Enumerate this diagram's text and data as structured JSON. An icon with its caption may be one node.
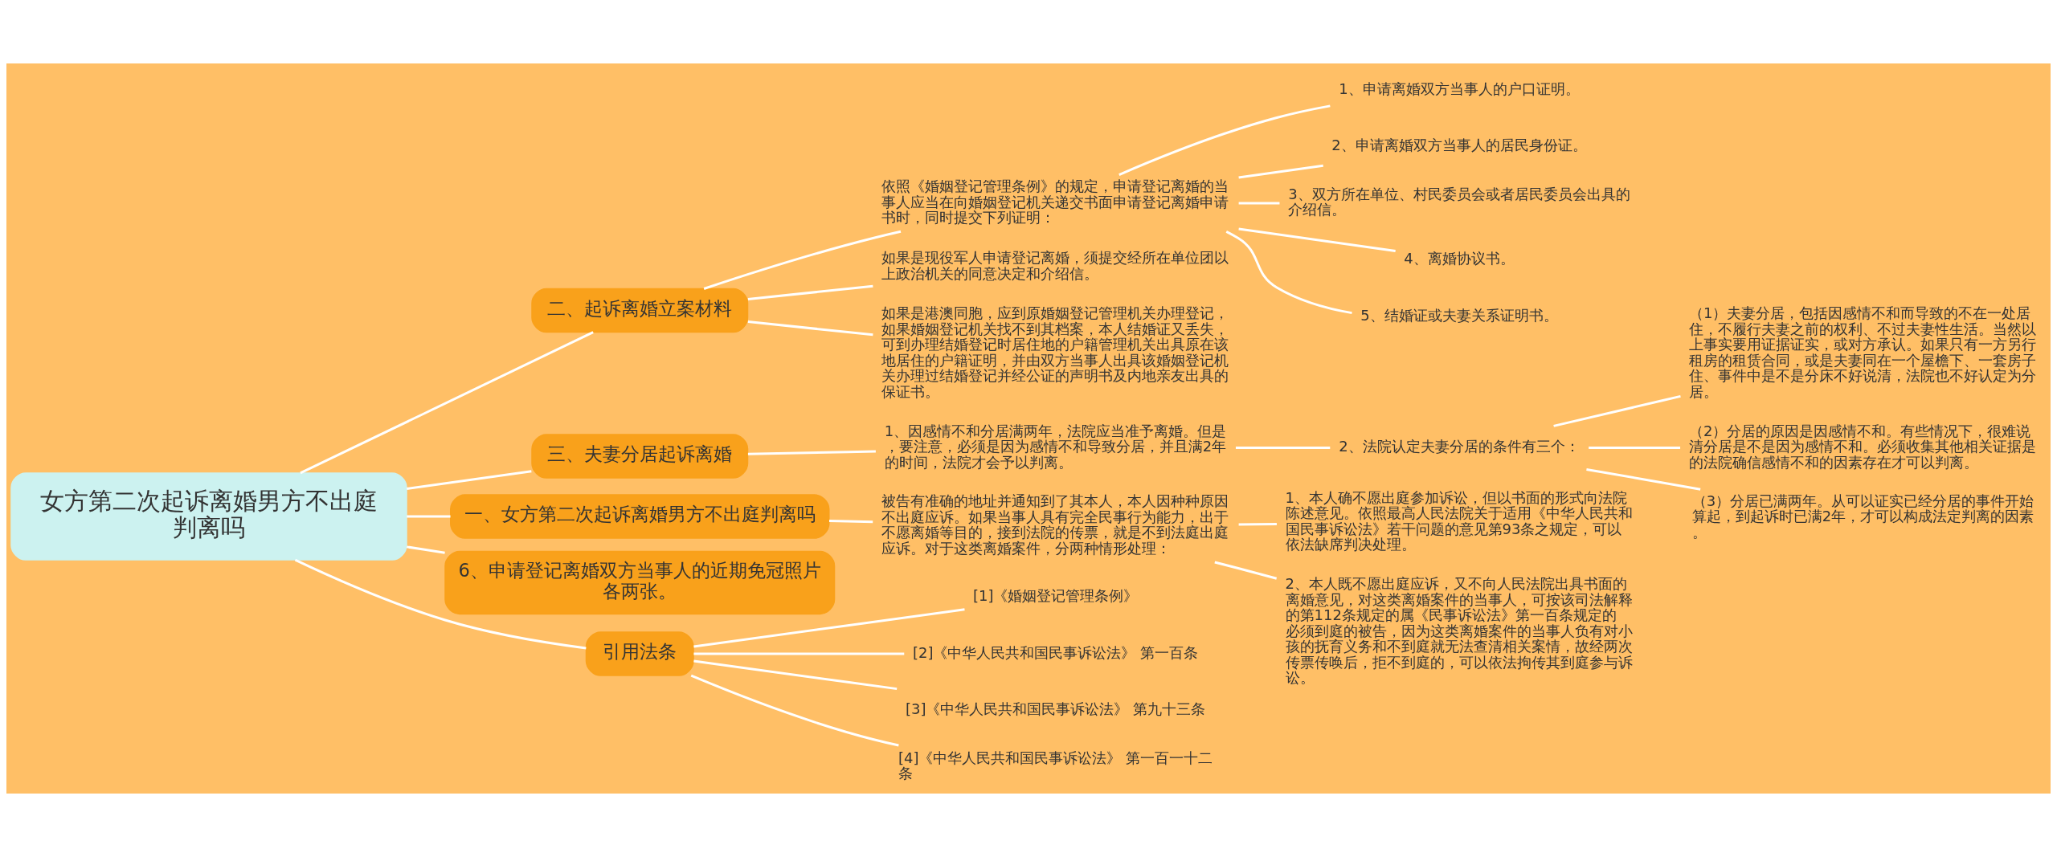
{
  "diagram": {
    "nodes": [
      {
        "text": [
          "女方第二次起诉离婚男方不出庭判离吗"
        ]
      },
      {
        "text": [
          "二、起诉离婚立案材料"
        ]
      },
      {
        "text": [
          "依照《婚姻登记管理条例》的规定，申请登记离婚的当事人应当在向婚姻登记机关递交书面申请登记离婚申请书时，同时提交下列证明："
        ]
      },
      {
        "text": [
          "1、申请离婚双方当事人的户口证明。"
        ]
      },
      {
        "text": [
          "2、申请离婚双方当事人的居民身份证。"
        ]
      },
      {
        "text": [
          "3、双方所在单位、村民委员会或者居民委员会出具的介绍信。"
        ]
      },
      {
        "text": [
          "4、离婚协议书。"
        ]
      },
      {
        "text": [
          "5、结婚证或夫妻关系证明书。"
        ]
      },
      {
        "text": [
          "如果是现役军人申请登记离婚，须提交经所在单位团以上政治机关的同意决定和介绍信。"
        ]
      },
      {
        "text": [
          "如果是港澳同胞，应到原婚姻登记管理机关办理登记，如果婚姻登记机关找不到其档案，本人结婚证又丢失，可到办理结婚登记时居住地的户籍管理机关出具原在该地居住的户籍证明，并由双方当事人出具该婚姻登记机关办理过结婚登记并经公证的声明书及内地亲友出具的保证书。"
        ]
      },
      {
        "text": [
          "三、夫妻分居起诉离婚"
        ]
      },
      {
        "text": [
          "1、因感情不和分居满两年，法院应当准予离婚。但是，要注意，必须是因为感情不和导致分居，并且满2年的时间，法院才会予以判离。"
        ]
      },
      {
        "text": [
          "2、法院认定夫妻分居的条件有三个："
        ]
      },
      {
        "text": [
          "（1）夫妻分居，包括因感情不和而导致的不在一处居住，不履行夫妻之前的权利、不过夫妻性生活。当然以上事实要用证据证实，或对方承认。如果只有一方另行租房的租赁合同，或是夫妻同在一个屋檐下、一套房子住、事件中是不是分床不好说清，法院也不好认定为分居。"
        ]
      },
      {
        "text": [
          "（2）分居的原因是因感情不和。有些情况下，很难说清分居是不是因为感情不和。必须收集其他相关证据是的法院确信感情不和的因素存在才可以判离。"
        ]
      },
      {
        "text": [
          "（3）分居已满两年。从可以证实已经分居的事件开始算起，到起诉时已满2年，才可以构成法定判离的因素。"
        ]
      },
      {
        "text": [
          "一、女方第二次起诉离婚男方不出庭判离吗"
        ]
      },
      {
        "text": [
          "被告有准确的地址并通知到了其本人，本人因种种原因不出庭应诉。如果当事人具有完全民事行为能力，出于不愿离婚等目的，接到法院的传票，就是不到法庭出庭应诉。对于这类离婚案件，分两种情形处理："
        ]
      },
      {
        "text": [
          "1、本人确不愿出庭参加诉讼，但以书面的形式向法院陈述意见。依照最高人民法院关于适用《中华人民共和国民事诉讼法》若干问题的意见第93条之规定，可以依法缺席判决处理。"
        ]
      },
      {
        "text": [
          "2、本人既不愿出庭应诉，又不向人民法院出具书面的离婚意见，对这类离婚案件的当事人，可按该司法解释的第112条规定的属《民事诉讼法》第一百条规定的必须到庭的被告，因为这类离婚案件的当事人负有对小孩的抚育义务和不到庭就无法查清相关案情，故经两次传票传唤后，拒不到庭的，可以依法拘传其到庭参与诉讼。"
        ]
      },
      {
        "text": [
          "6、申请登记离婚双方当事人的近期免冠照片各两张。"
        ]
      },
      {
        "text": [
          "引用法条"
        ]
      },
      {
        "text": [
          "[1]《婚姻登记管理条例》"
        ]
      },
      {
        "text": [
          "[2]《中华人民共和国民事诉讼法》 第一百条"
        ]
      },
      {
        "text": [
          "[3]《中华人民共和国民事诉讼法》 第九十三条"
        ]
      },
      {
        "text": [
          "[4]《中华人民共和国民事诉讼法》 第一百一十二条"
        ]
      }
    ],
    "edges": [
      {
        "from": 0,
        "to": 1,
        "arrow": "none"
      },
      {
        "from": 1,
        "to": 2,
        "arrow": "none"
      },
      {
        "from": 2,
        "to": 3,
        "arrow": "none"
      },
      {
        "from": 2,
        "to": 4,
        "arrow": "none"
      },
      {
        "from": 2,
        "to": 5,
        "arrow": "none"
      },
      {
        "from": 2,
        "to": 6,
        "arrow": "none"
      },
      {
        "from": 2,
        "to": 7,
        "arrow": "none"
      },
      {
        "from": 1,
        "to": 8,
        "arrow": "none"
      },
      {
        "from": 1,
        "to": 9,
        "arrow": "none"
      },
      {
        "from": 0,
        "to": 10,
        "arrow": "none"
      },
      {
        "from": 10,
        "to": 11,
        "arrow": "none"
      },
      {
        "from": 11,
        "to": 12,
        "arrow": "none"
      },
      {
        "from": 12,
        "to": 13,
        "arrow": "none"
      },
      {
        "from": 12,
        "to": 14,
        "arrow": "none"
      },
      {
        "from": 12,
        "to": 15,
        "arrow": "none"
      },
      {
        "from": 0,
        "to": 16,
        "arrow": "none"
      },
      {
        "from": 16,
        "to": 17,
        "arrow": "none"
      },
      {
        "from": 17,
        "to": 18,
        "arrow": "none"
      },
      {
        "from": 17,
        "to": 19,
        "arrow": "none"
      },
      {
        "from": 0,
        "to": 20,
        "arrow": "none"
      },
      {
        "from": 0,
        "to": 21,
        "arrow": "none"
      },
      {
        "from": 21,
        "to": 22,
        "arrow": "none"
      },
      {
        "from": 21,
        "to": 23,
        "arrow": "none"
      },
      {
        "from": 21,
        "to": 24,
        "arrow": "none"
      },
      {
        "from": 21,
        "to": 25,
        "arrow": "none"
      }
    ]
  }
}
